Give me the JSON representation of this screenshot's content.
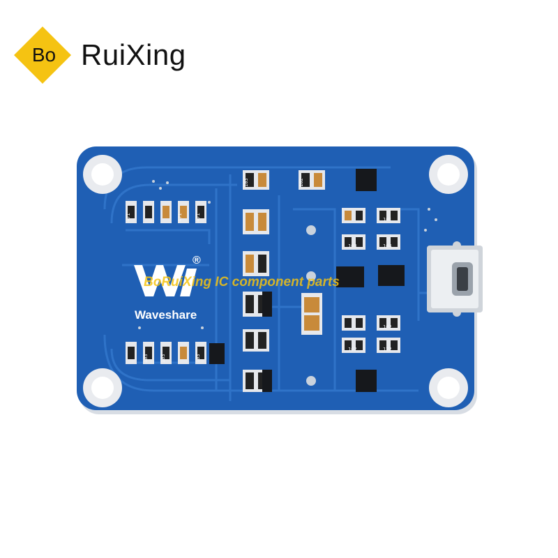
{
  "logo": {
    "mark": "Bo",
    "name": "RuiXing"
  },
  "board": {
    "brand": "Waveshare",
    "registered": "®",
    "watermark": "BoRuiXing IC component parts",
    "labels": {
      "r1": "471",
      "r2": "471",
      "r3": "103",
      "r4": "103",
      "r5": "103",
      "r6": "103",
      "r7": "101",
      "r8": "104",
      "r9": "103",
      "r10": "102",
      "r11": "122",
      "r12": "102",
      "r13": "471",
      "r14": "102"
    }
  },
  "colors": {
    "pcb": "#1f5fb4",
    "trace": "#2f73c8",
    "pad": "#e6e8ec",
    "accent": "#f5c312"
  }
}
